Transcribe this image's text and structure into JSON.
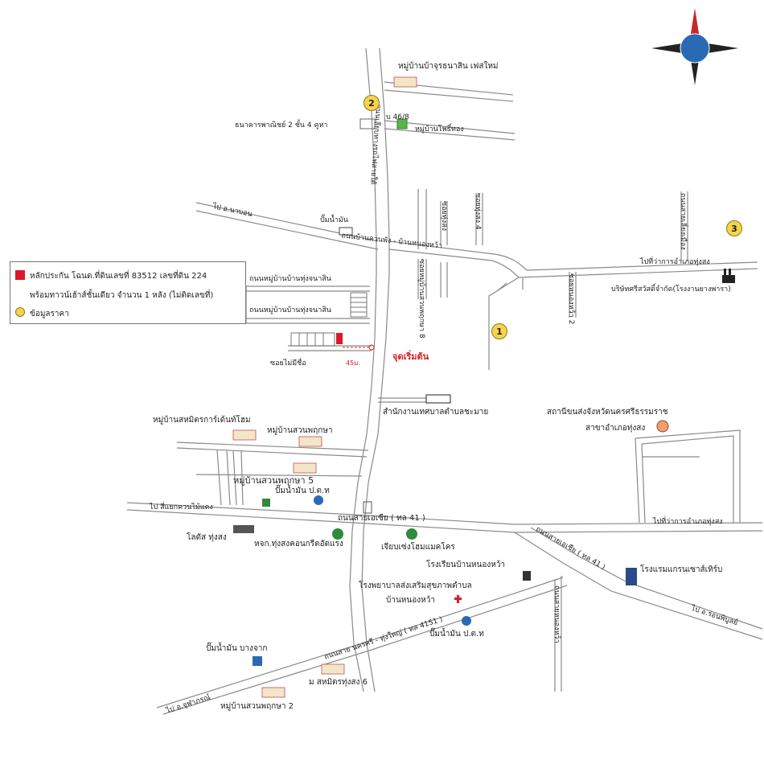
{
  "roads": {
    "to_nabon": "ไป อ.นาบอน",
    "to_tha_sala": "ไป สี่แยกควนไม้แดง",
    "to_district_office": "ไปที่ว่าการอำเภอทุ่งสง",
    "to_ron_phibun": "ไป อ.ร่อนพิบูลย์",
    "to_chulabhorn": "ไป อ.จุฬาภรณ์",
    "to_district_top": "ไปที่ว่าการอำเภอทุ่งสง",
    "asia_road": "ถนนสายเอเซีย ( ทล 41 )",
    "asia_road_diag": "ถนนสายเอเซีย ( ทล 41 )",
    "khuan_road": "ถนนบ้านควนพัง - บ้านหนองหว้า",
    "vert_road_top": "ถนนเลียบทางรถไฟสายใต้",
    "soi_8": "ซอยหมู่บ้านสวนพฤกษา 8",
    "soi_6": "ซอยทุ่งสง",
    "soi_4": "ซอยทุ่งสง 4",
    "soi_2": "ซอยหนองหว้า 2",
    "soi_right": "ถนนสายเลี่ยงเมือง",
    "road_village": "ถนนหมู่บ้านบ้านทุ่งจนาสิน",
    "road_village2": "ถนนหมู่บ้านบ้านทุ่งจนาสิน",
    "vertical_low": "ถนนสายหนองหว้า",
    "bottom_road": "ถนนสาย นครศรี - ทุ่งใหญ่ ( ทล 4151 )",
    "soi_mai_mi_chue": "ซอยไม่มีชื่อ",
    "distance": "45ม."
  },
  "places": {
    "village_top": "หมู่บ้านบ้าจุรธนาสิน เฟสใหม่",
    "bank": "ธนาคารพาณิชย์ 2 ชั้น 4 คูหา",
    "house_46": "บ 46/8",
    "village_suan": "หมู่บ้านโพธิ์ทอง",
    "petrol_top": "ปั๊มน้ำมัน",
    "company": "บริษัทศรีสวัสดิ์จำกัด(โรงงานยางพารา)",
    "start_point": "จุดเริ่มต้น",
    "tambon_office": "สำนักงานเทศบาลตำบลชะมาย",
    "health_office": "สถานีขนส่งจังหวัดนครศรีธรรมราช",
    "health_branch": "สาขาอำเภอทุ่งสง",
    "village_sahamit": "หมู่บ้านสหมิตรการ์เด้นท์โฮม",
    "village_suan_phruksa": "หมู่บ้านสวนพฤกษา",
    "village_suan_phruksa5": "หมู่บ้านสวนพฤกษา 5",
    "petrol_ptt": "ปั๊มน้ำมัน ป.ต.ท",
    "lotus": "โลตัส ทุ่งสง",
    "concrete": "หจก.ทุ่งสงคอนกรีตอัดแรง",
    "homemart": "เจียบเซ่งโฮมแมคโคร",
    "school": "โรงเรียนบ้านหนองหว้า",
    "hospital": "โรงพยาบาลส่งเสริมสุขภาพตำบล",
    "hospital2": "บ้านหนองหว้า",
    "hotel": "โรงแรมแกรนเซาส์เทิร์บ",
    "petrol_ptt2": "ปั๊มน้ำมัน ป.ต.ท",
    "petrol_bangchak": "ปั๊มน้ำมัน บางจาก",
    "village_sahamit6": "ม สหมิตรทุ่งสง 6",
    "village_suan2": "หมู่บ้านสวนพฤกษา 2"
  },
  "legend": {
    "collateral": "หลักประกัน โฉนด.ที่ดินเลขที่ 83512 เลขที่ดิน 224",
    "building": "พร้อมทาวน์เฮ้าส์ชั้นเดียว จำนวน 1 หลัง (ไม่ติดเลขที่)",
    "price_data": "ข้อมูลราคา"
  },
  "markers": [
    "1",
    "2",
    "3"
  ],
  "colors": {
    "marker_fill": "#f5d44a",
    "collateral": "#d81a2a",
    "road": "#888888",
    "building_green": "#2e8b3a"
  }
}
